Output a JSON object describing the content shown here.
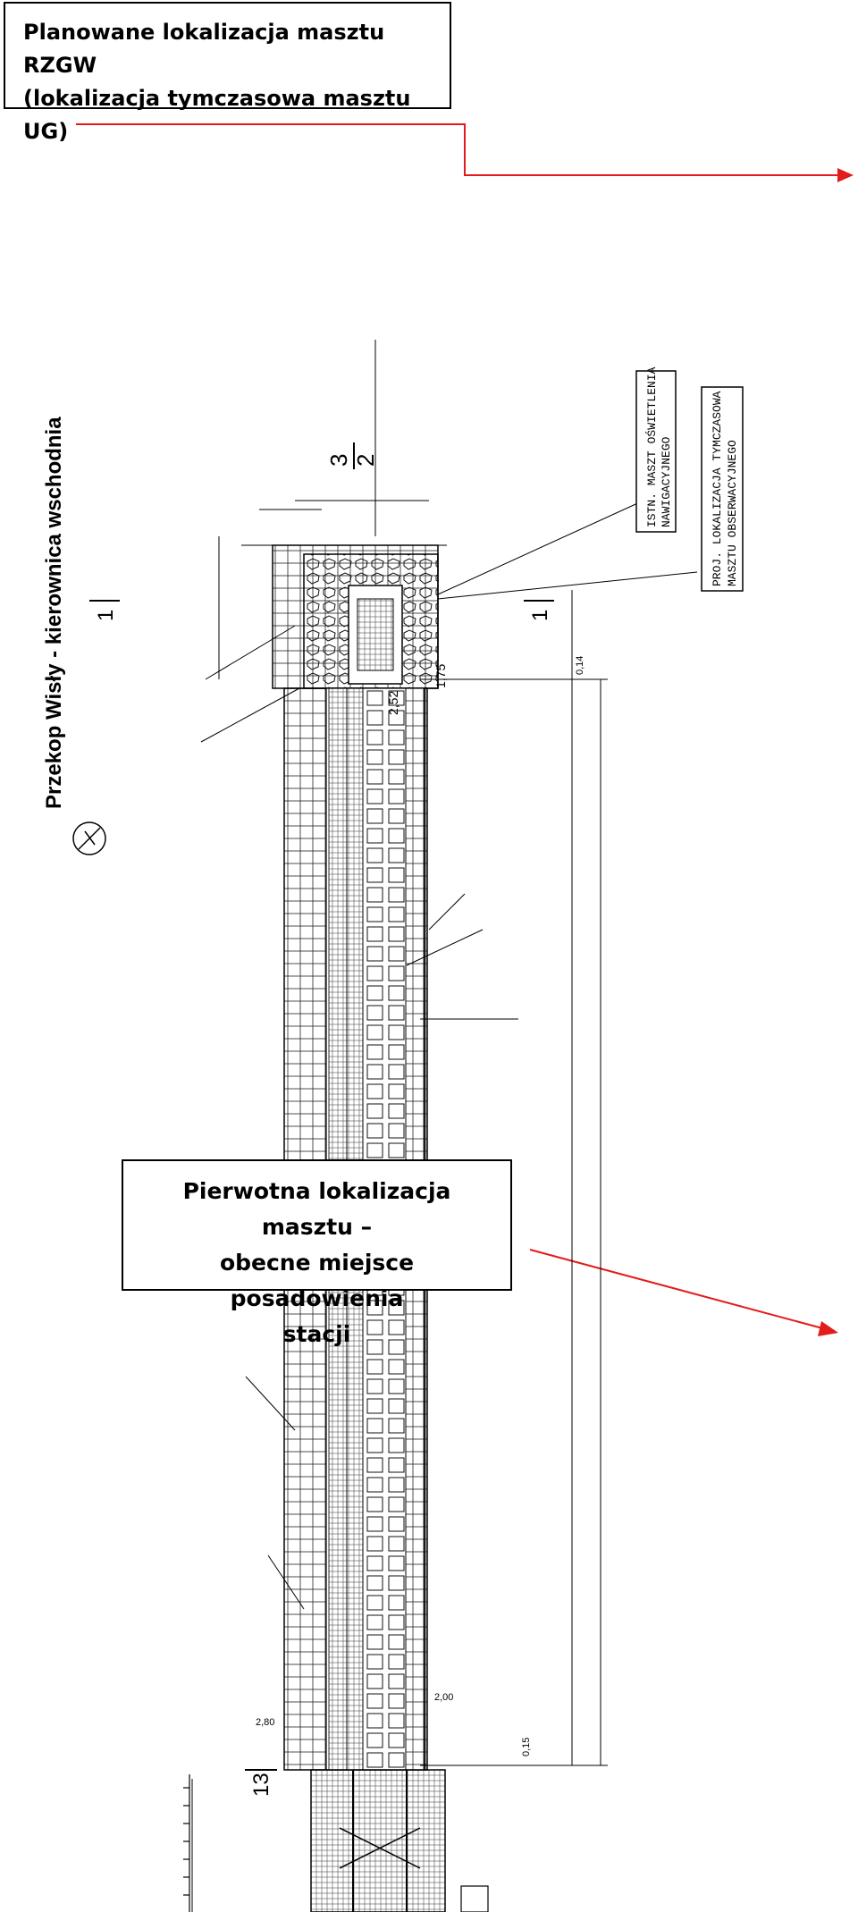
{
  "callouts": {
    "top_line1": "Planowane lokalizacja masztu RZGW",
    "top_line2": "(lokalizacja tymczasowa masztu UG)",
    "mid_line1": "Pierwotna lokalizacja masztu –",
    "mid_line2": "obecne miejsce posadowienia",
    "mid_line3": "stacji"
  },
  "drawing": {
    "title": "Przekop Wisły - kierownica wschodnia",
    "mast_existing_line1": "ISTN. MASZT OŚWIETLENIA",
    "mast_existing_line2": "NAWIGACYJNEGO",
    "mast_temp_line1": "PROJ. LOKALIZACJA TYMCZASOWA",
    "mast_temp_line2": "MASZTU OBSERWACYJNEGO",
    "section_numerator": "3",
    "section_denominator": "2",
    "marker_1a": "1",
    "marker_1b": "1",
    "marker_13": "13",
    "dim_175": "1,75",
    "dim_252": "2,52",
    "dim_031": "0,14",
    "dim_280": "2,80",
    "dim_200": "2,00",
    "dim_015": "0,15"
  },
  "colors": {
    "arrow": "#e31b1b",
    "ink": "#000000"
  }
}
